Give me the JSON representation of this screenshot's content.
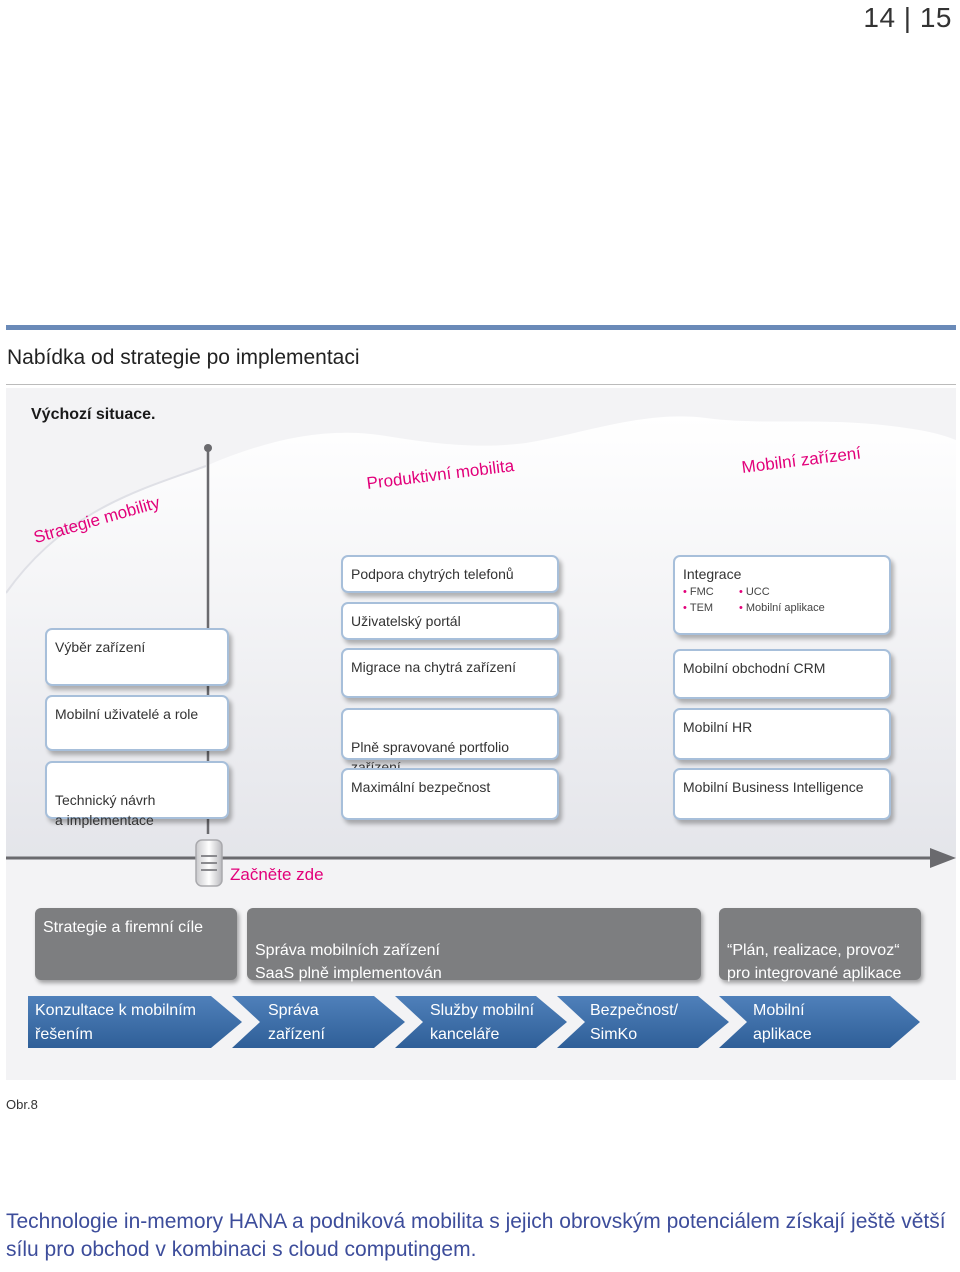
{
  "page": {
    "number": "14 | 15",
    "section_title": "Nabídka od strategie po implementaci",
    "figure_caption": "Obr.8",
    "bottom_text": "Technologie in-memory HANA a podniková mobilita s jejich obrovským potenciálem získají ještě větší sílu pro obchod v kombinaci s cloud computingem."
  },
  "figure": {
    "start_label": "Výchozí situace.",
    "wave_labels": [
      "Strategie mobility",
      "Produktivní mobilita",
      "Mobilní zařízení"
    ],
    "column1": [
      "Výběr zařízení",
      "Mobilní uživatelé a role",
      "Technický návrh\na implementace"
    ],
    "column2": [
      "Podpora chytrých telefonů",
      "Uživatelský portál",
      "Migrace na chytrá zařízení",
      "Plně spravované portfolio\nzařízení",
      "Maximální bezpečnost"
    ],
    "column3": {
      "integrace": {
        "title": "Integrace",
        "items_left": [
          "FMC",
          "TEM"
        ],
        "items_right": [
          "UCC",
          "Mobilní aplikace"
        ]
      },
      "items": [
        "Mobilní obchodní CRM",
        "Mobilní HR",
        "Mobilní Business Intelligence"
      ]
    },
    "start_here": "Začněte zde",
    "gray_boxes": [
      "Strategie a firemní cíle",
      "Správa mobilních zařízení\nSaaS plně implementován",
      "“Plán, realizace, provoz“\npro integrované aplikace"
    ],
    "chevrons": [
      "Konzultace  k mobilním\nřešením",
      "Správa\nzařízení",
      "Služby mobilní\nkanceláře",
      "Bezpečnost/\nSimKo",
      "Mobilní\naplikace"
    ],
    "colors": {
      "accent": "#e2007a",
      "chevron_blue": "#3c6ea8",
      "box_border": "#a7bfda",
      "gray_box": "#7d7e80",
      "rule_blue": "#6a8ab8"
    }
  }
}
